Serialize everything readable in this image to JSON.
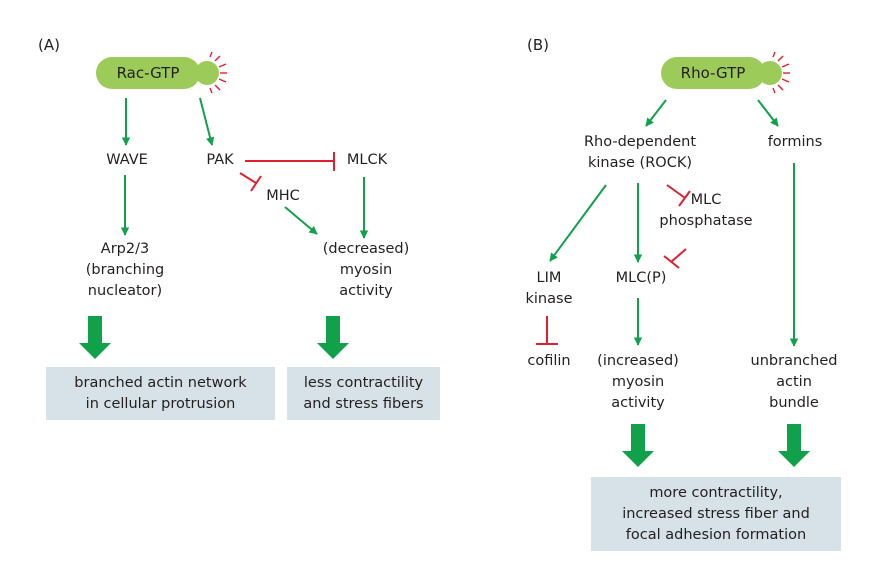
{
  "colors": {
    "activate": "#12a14b",
    "inhibit": "#e0202e",
    "gtp_pill": "#9ccb5a",
    "outcome_box": "#d6e1e8",
    "text": "#231f20"
  },
  "panel_a": {
    "label": "(A)",
    "gtp": "Rac-GTP",
    "nodes": {
      "wave": "WAVE",
      "pak": "PAK",
      "mlck": "MLCK",
      "mhc": "MHC",
      "arp": "Arp2/3\n(branching\nnucleator)",
      "myosin": "(decreased)\nmyosin\nactivity"
    },
    "outcomes": {
      "left": "branched actin network\nin cellular protrusion",
      "right": "less contractility\nand stress fibers"
    },
    "edges": [
      {
        "from": "Rac-GTP",
        "to": "WAVE",
        "type": "activate"
      },
      {
        "from": "Rac-GTP",
        "to": "PAK",
        "type": "activate"
      },
      {
        "from": "PAK",
        "to": "MLCK",
        "type": "inhibit"
      },
      {
        "from": "PAK",
        "to": "MHC",
        "type": "inhibit"
      },
      {
        "from": "MHC",
        "to": "(decreased) myosin activity",
        "type": "activate"
      },
      {
        "from": "MLCK",
        "to": "(decreased) myosin activity",
        "type": "activate"
      },
      {
        "from": "WAVE",
        "to": "Arp2/3",
        "type": "activate"
      }
    ]
  },
  "panel_b": {
    "label": "(B)",
    "gtp": "Rho-GTP",
    "nodes": {
      "rock": "Rho-dependent\nkinase (ROCK)",
      "formins": "formins",
      "mlc_phosphatase": "MLC\nphosphatase",
      "lim_kinase": "LIM\nkinase",
      "mlcp": "MLC(P)",
      "cofilin": "cofilin",
      "myosin": "(increased)\nmyosin\nactivity",
      "unbranched": "unbranched\nactin\nbundle"
    },
    "outcome": "more contractility,\nincreased stress fiber and\nfocal adhesion formation",
    "edges": [
      {
        "from": "Rho-GTP",
        "to": "ROCK",
        "type": "activate"
      },
      {
        "from": "Rho-GTP",
        "to": "formins",
        "type": "activate"
      },
      {
        "from": "ROCK",
        "to": "LIM kinase",
        "type": "activate"
      },
      {
        "from": "ROCK",
        "to": "MLC(P)",
        "type": "activate"
      },
      {
        "from": "ROCK",
        "to": "MLC phosphatase",
        "type": "inhibit"
      },
      {
        "from": "MLC phosphatase",
        "to": "MLC(P)",
        "type": "inhibit"
      },
      {
        "from": "LIM kinase",
        "to": "cofilin",
        "type": "inhibit"
      },
      {
        "from": "MLC(P)",
        "to": "(increased) myosin activity",
        "type": "activate"
      },
      {
        "from": "formins",
        "to": "unbranched actin bundle",
        "type": "activate"
      }
    ]
  }
}
